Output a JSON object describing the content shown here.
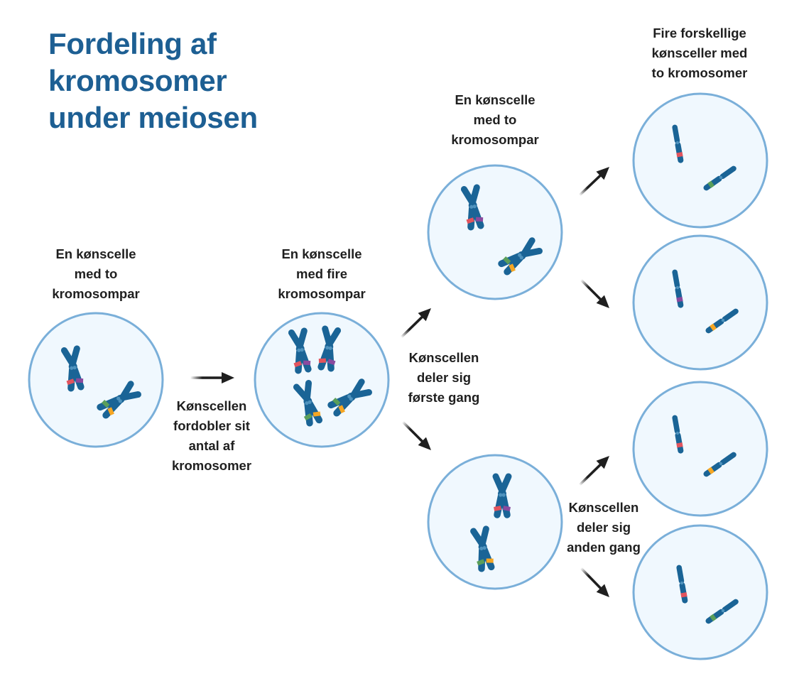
{
  "title": {
    "lines": [
      "Fordeling af",
      "kromosomer",
      "under meiosen"
    ]
  },
  "colors": {
    "title": "#1d5f93",
    "text": "#1f1f1f",
    "cell_fill": "#f0f8fe",
    "cell_stroke": "#7aafd9",
    "chromosome": "#1a6496",
    "centromere": "#4f93be",
    "band_red": "#e2545e",
    "band_purple": "#8a4a9e",
    "band_green": "#5a9e5a",
    "band_orange": "#f5a623",
    "arrow": "#1f1f1f"
  },
  "stages": {
    "start": {
      "label": [
        "En kønscelle",
        "med to",
        "kromosompar"
      ]
    },
    "duplicated": {
      "label": [
        "En kønscelle",
        "med fire",
        "kromosompar"
      ]
    },
    "after_first_division": {
      "label": [
        "En kønscelle",
        "med to",
        "kromosompar"
      ]
    },
    "final": {
      "label": [
        "Fire forskellige",
        "kønsceller med",
        "to kromosomer"
      ]
    }
  },
  "steps": {
    "duplication": [
      "Kønscellen",
      "fordobler sit",
      "antal af",
      "kromosomer"
    ],
    "first_division": [
      "Kønscellen",
      "deler sig",
      "første gang"
    ],
    "second_division": [
      "Kønscellen",
      "deler sig",
      "anden gang"
    ]
  },
  "cells": [
    {
      "id": "start",
      "chromosomes": [
        {
          "type": "x",
          "bands": [
            "band_red",
            "band_purple"
          ]
        },
        {
          "type": "x",
          "bands": [
            "band_green",
            "band_orange"
          ]
        }
      ]
    },
    {
      "id": "duplicated",
      "chromosomes": [
        {
          "type": "x",
          "bands": [
            "band_red",
            "band_purple"
          ]
        },
        {
          "type": "x",
          "bands": [
            "band_red",
            "band_purple"
          ]
        },
        {
          "type": "x",
          "bands": [
            "band_green",
            "band_orange"
          ]
        },
        {
          "type": "x",
          "bands": [
            "band_green",
            "band_orange"
          ]
        }
      ]
    },
    {
      "id": "first-top",
      "chromosomes": [
        {
          "type": "x",
          "bands": [
            "band_red",
            "band_purple"
          ]
        },
        {
          "type": "x",
          "bands": [
            "band_green",
            "band_orange"
          ]
        }
      ]
    },
    {
      "id": "first-bottom",
      "chromosomes": [
        {
          "type": "x",
          "bands": [
            "band_red",
            "band_purple"
          ]
        },
        {
          "type": "x",
          "bands": [
            "band_green",
            "band_orange"
          ]
        }
      ]
    },
    {
      "id": "final-1",
      "chromosomes": [
        {
          "type": "single",
          "bands": [
            "band_red"
          ]
        },
        {
          "type": "single",
          "bands": [
            "band_green"
          ]
        }
      ]
    },
    {
      "id": "final-2",
      "chromosomes": [
        {
          "type": "single",
          "bands": [
            "band_purple"
          ]
        },
        {
          "type": "single",
          "bands": [
            "band_orange"
          ]
        }
      ]
    },
    {
      "id": "final-3",
      "chromosomes": [
        {
          "type": "single",
          "bands": [
            "band_red"
          ]
        },
        {
          "type": "single",
          "bands": [
            "band_orange"
          ]
        }
      ]
    },
    {
      "id": "final-4",
      "chromosomes": [
        {
          "type": "single",
          "bands": [
            "band_red"
          ]
        },
        {
          "type": "single",
          "bands": [
            "band_green"
          ]
        }
      ]
    }
  ]
}
